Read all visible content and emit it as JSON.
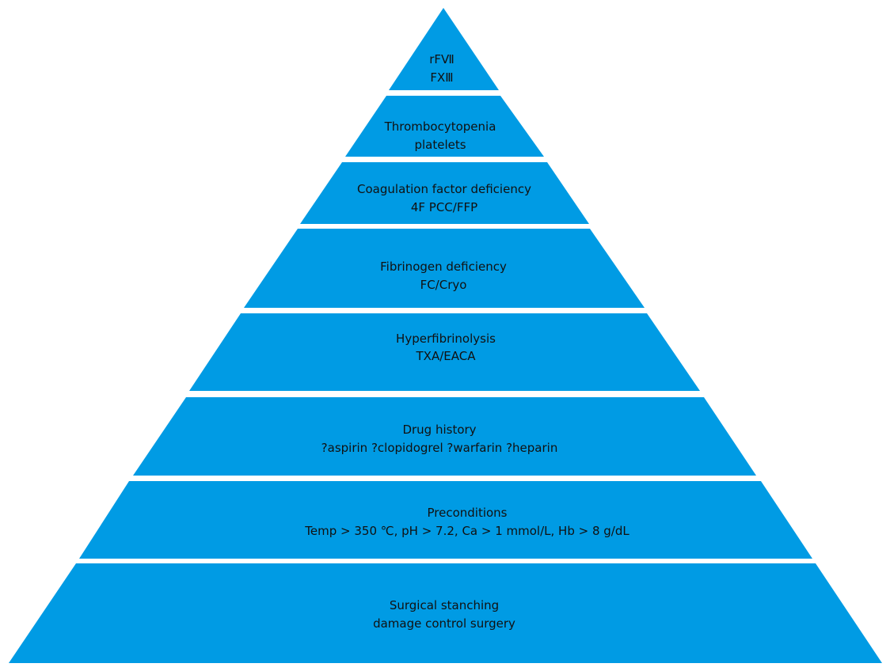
{
  "fill_color": "#009be4",
  "tiers": [
    {
      "line1": "rFⅦ",
      "line2": "FXⅢ"
    },
    {
      "line1": "Thrombocytopenia",
      "line2": "platelets"
    },
    {
      "line1": "Coagulation factor deficiency",
      "line2": "4F PCC/FFP"
    },
    {
      "line1": "Fibrinogen deficiency",
      "line2": "FC/Cryo"
    },
    {
      "line1": "Hyperfibrinolysis",
      "line2": "TXA/EACA"
    },
    {
      "line1": "Drug history",
      "line2": "?aspirin ?clopidogrel ?warfarin ?heparin"
    },
    {
      "line1": "Preconditions",
      "line2": "Temp > 350 ℃, pH > 7.2, Ca > 1 mmol/L, Hb > 8 g/dL"
    },
    {
      "line1": "Surgical stanching",
      "line2": "damage control surgery"
    }
  ]
}
